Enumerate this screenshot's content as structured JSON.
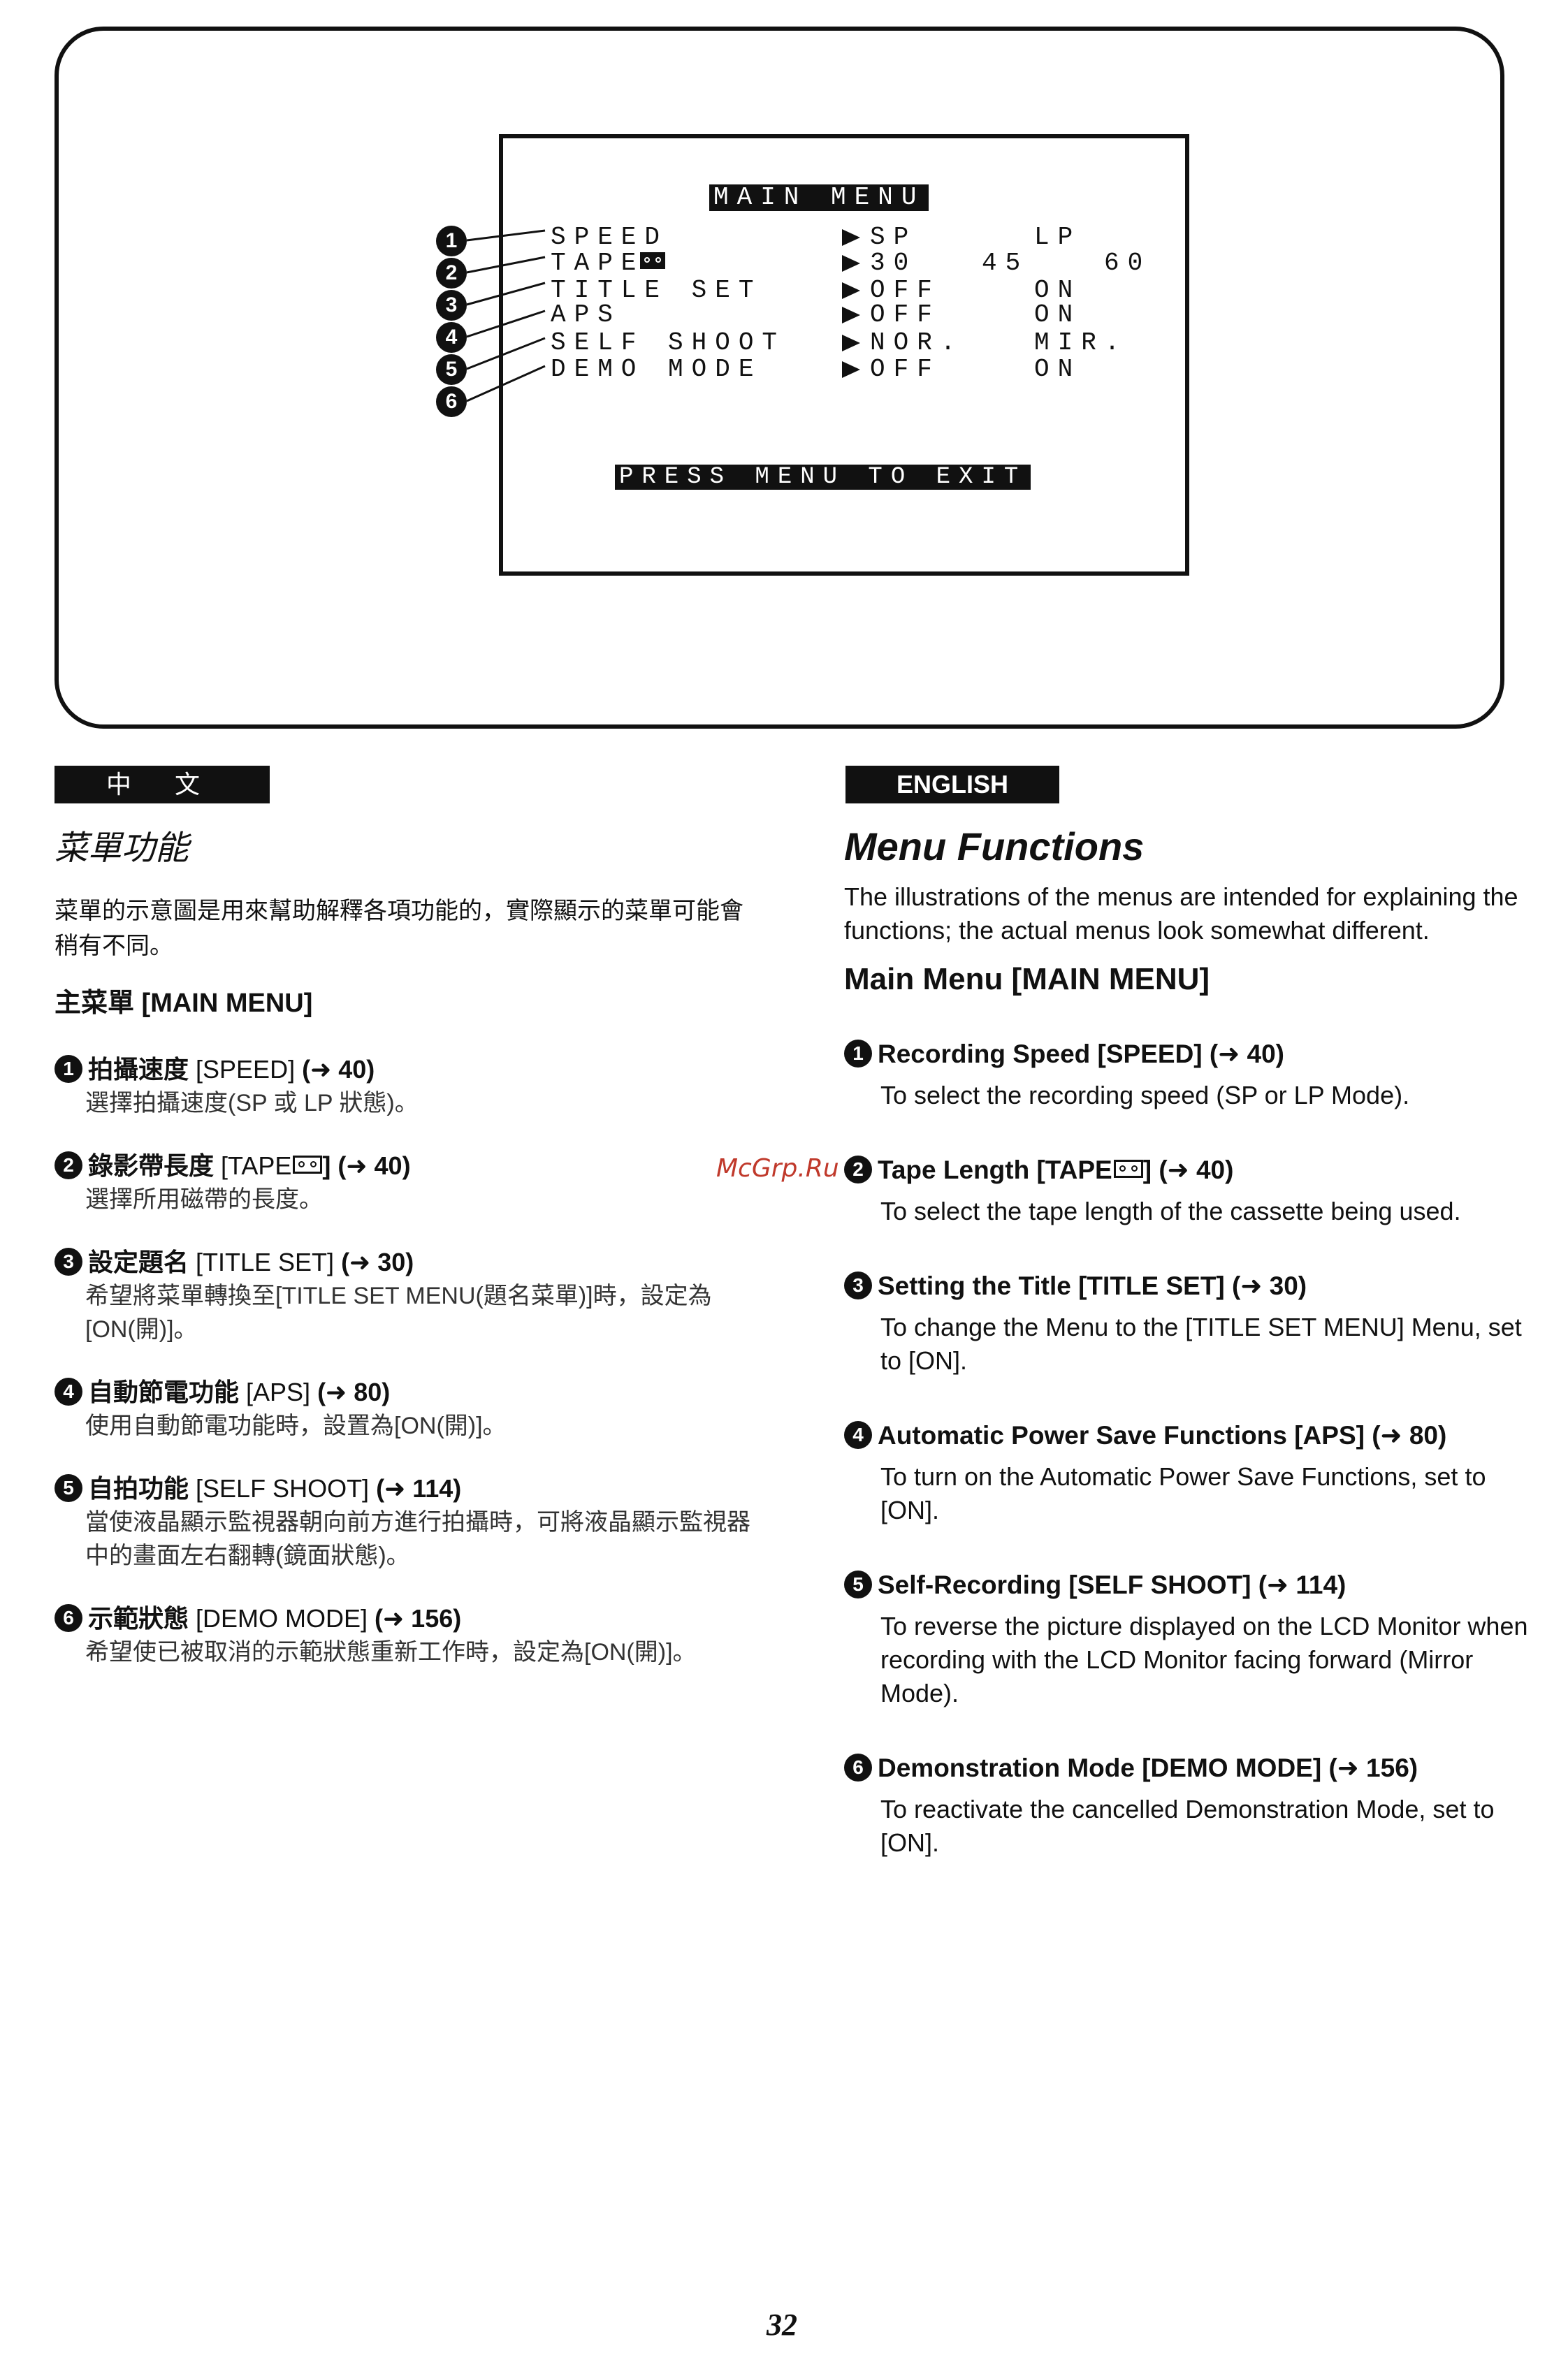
{
  "diagram": {
    "menu_title": "MAIN MENU",
    "rows": [
      {
        "label": "SPEED",
        "opt1": "SP",
        "opt2": "",
        "opt3": "LP",
        "has_tape_icon": false
      },
      {
        "label": "TAPE",
        "opt1": "30",
        "opt2": "45",
        "opt3": "60",
        "has_tape_icon": true
      },
      {
        "label": "TITLE SET",
        "opt1": "OFF",
        "opt2": "",
        "opt3": "ON",
        "has_tape_icon": false
      },
      {
        "label": "APS",
        "opt1": "OFF",
        "opt2": "",
        "opt3": "ON",
        "has_tape_icon": false
      },
      {
        "label": "SELF SHOOT",
        "opt1": "NOR.",
        "opt2": "",
        "opt3": "MIR.",
        "has_tape_icon": false
      },
      {
        "label": "DEMO MODE",
        "opt1": "OFF",
        "opt2": "",
        "opt3": "ON",
        "has_tape_icon": false
      }
    ],
    "callout_numbers": [
      "1",
      "2",
      "3",
      "4",
      "5",
      "6"
    ],
    "footer": "PRESS MENU TO EXIT"
  },
  "chinese": {
    "section_label": "中 文",
    "title": "菜單功能",
    "intro": "菜單的示意圖是用來幫助解釋各項功能的，實際顯示的菜單可能會稍有不同。",
    "subheading": "主菜單 [MAIN MENU]",
    "items": [
      {
        "num": "1",
        "head_bold": "拍攝速度",
        "head_plain": " [SPEED] ",
        "ref": "(➜ 40)",
        "desc": "選擇拍攝速度(SP 或 LP 狀態)。"
      },
      {
        "num": "2",
        "head_bold": "錄影帶長度",
        "head_plain": " [TAPE",
        "ref": "] (➜ 40)",
        "desc": "選擇所用磁帶的長度。"
      },
      {
        "num": "3",
        "head_bold": "設定題名",
        "head_plain": " [TITLE SET] ",
        "ref": "(➜ 30)",
        "desc": "希望將菜單轉換至[TITLE SET MENU(題名菜單)]時，設定為[ON(開)]。"
      },
      {
        "num": "4",
        "head_bold": "自動節電功能",
        "head_plain": " [APS] ",
        "ref": "(➜ 80)",
        "desc": "使用自動節電功能時，設置為[ON(開)]。"
      },
      {
        "num": "5",
        "head_bold": "自拍功能",
        "head_plain": " [SELF SHOOT] ",
        "ref": "(➜ 114)",
        "desc": "當使液晶顯示監視器朝向前方進行拍攝時，可將液晶顯示監視器中的畫面左右翻轉(鏡面狀態)。"
      },
      {
        "num": "6",
        "head_bold": "示範狀態",
        "head_plain": " [DEMO MODE] ",
        "ref": "(➜ 156)",
        "desc": "希望使已被取消的示範狀態重新工作時，設定為[ON(開)]。"
      }
    ]
  },
  "english": {
    "section_label": "ENGLISH",
    "title": "Menu Functions",
    "intro": "The illustrations of the menus are intended for explaining the functions; the actual menus look somewhat different.",
    "subheading": "Main Menu [MAIN MENU]",
    "items": [
      {
        "num": "1",
        "head": "Recording Speed [SPEED] (➜ 40)",
        "desc": "To select the recording speed (SP or LP Mode)."
      },
      {
        "num": "2",
        "head": "Tape Length [TAPE",
        "head_tail": "] (➜ 40)",
        "desc": "To select the tape length of the cassette being used."
      },
      {
        "num": "3",
        "head": "Setting the Title [TITLE SET] (➜ 30)",
        "desc": "To change the Menu to the [TITLE SET MENU] Menu, set to [ON]."
      },
      {
        "num": "4",
        "head": "Automatic Power Save Functions [APS] (➜ 80)",
        "desc": "To turn on the Automatic Power Save Functions, set to [ON]."
      },
      {
        "num": "5",
        "head": "Self-Recording [SELF SHOOT] (➜ 114)",
        "desc": "To reverse the picture displayed on the LCD Monitor when recording with the LCD Monitor facing forward (Mirror Mode)."
      },
      {
        "num": "6",
        "head": "Demonstration Mode [DEMO MODE] (➜ 156)",
        "desc": "To reactivate the cancelled Demonstration Mode, set to [ON]."
      }
    ]
  },
  "watermark": "McGrp.Ru",
  "page_number": "32"
}
